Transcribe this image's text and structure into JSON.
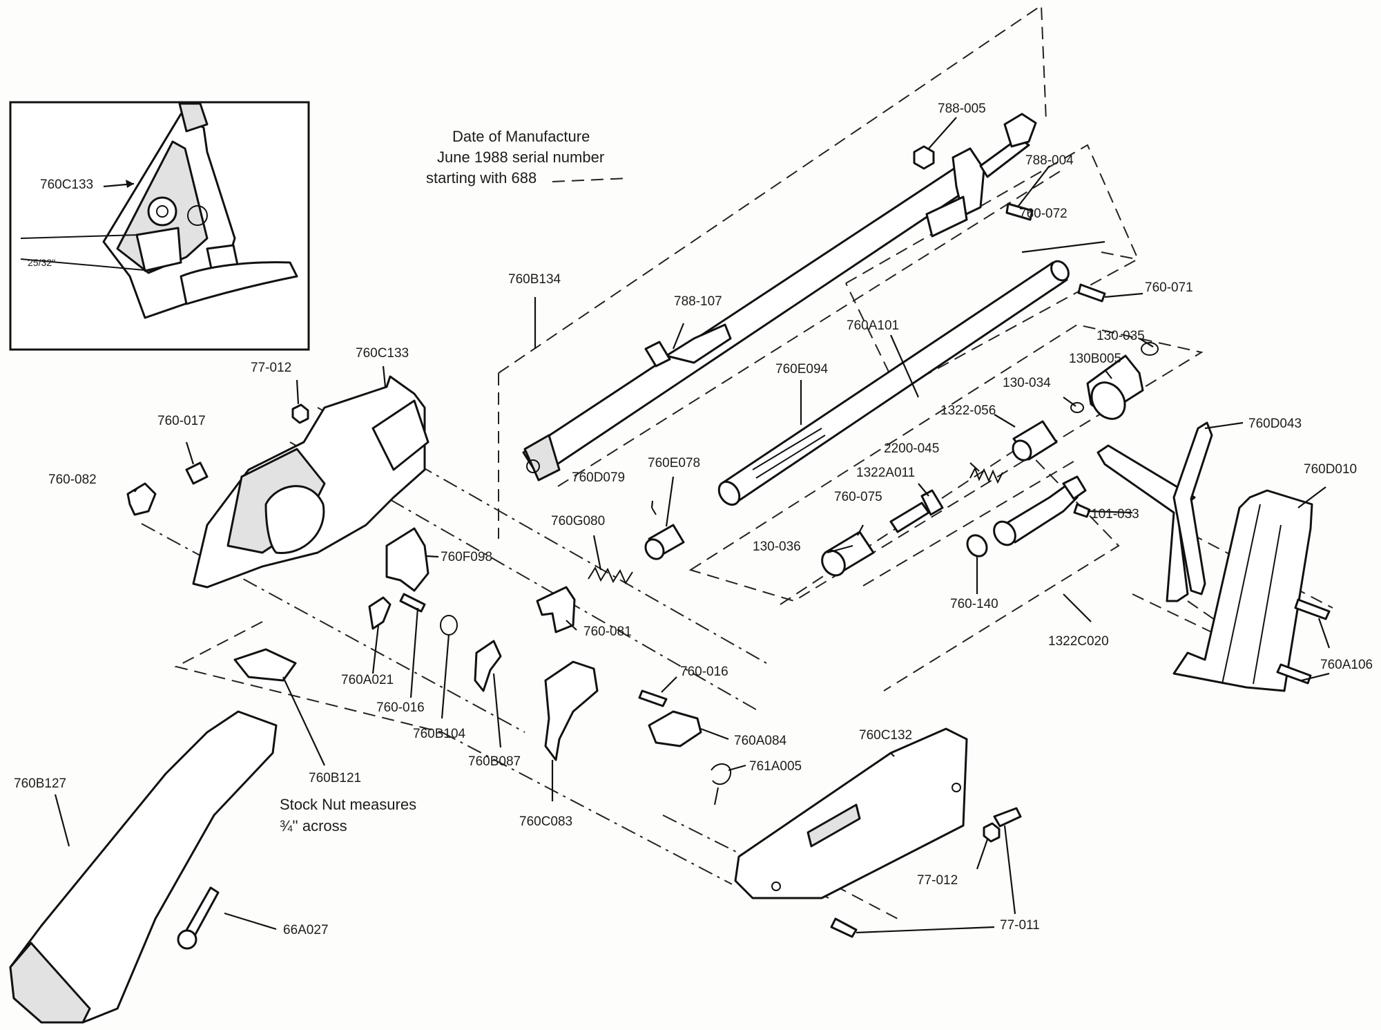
{
  "note_manufacture": {
    "line1": "Date of Manufacture",
    "line2": "June 1988 serial number",
    "line3": "starting with 688"
  },
  "note_stock_nut": {
    "line1": "Stock Nut measures",
    "line2": "¾'' across"
  },
  "inset": {
    "part_label": "760C133",
    "dimension": "25/32''"
  },
  "labels": {
    "p788_005": "788-005",
    "p788_004": "788-004",
    "p760_072": "760-072",
    "p760_071": "760-071",
    "p760B134": "760B134",
    "p788_107": "788-107",
    "p760A101": "760A101",
    "p130_035": "130-035",
    "p130B005": "130B005",
    "p130_034": "130-034",
    "p760E094": "760E094",
    "p1322_056": "1322-056",
    "p760D043": "760D043",
    "p760D010": "760D010",
    "p2200_045": "2200-045",
    "p1322A011": "1322A011",
    "p760_075": "760-075",
    "p101_033": "101-033",
    "p130_036": "130-036",
    "p760_140": "760-140",
    "p1322C020": "1322C020",
    "p760A106": "760A106",
    "p77_012a": "77-012",
    "p760C133": "760C133",
    "p760_017": "760-017",
    "p760_082": "760-082",
    "p760D079": "760D079",
    "p760E078": "760E078",
    "p760G080": "760G080",
    "p760F098": "760F098",
    "p760_081": "760-081",
    "p760A021": "760A021",
    "p760_016a": "760-016",
    "p760B104": "760B104",
    "p760B087": "760B087",
    "p760_016b": "760-016",
    "p760A084": "760A084",
    "p761A005": "761A005",
    "p760C083": "760C083",
    "p760C132": "760C132",
    "p760B121": "760B121",
    "p760B127": "760B127",
    "p66A027": "66A027",
    "p77_012b": "77-012",
    "p77_011": "77-011"
  }
}
